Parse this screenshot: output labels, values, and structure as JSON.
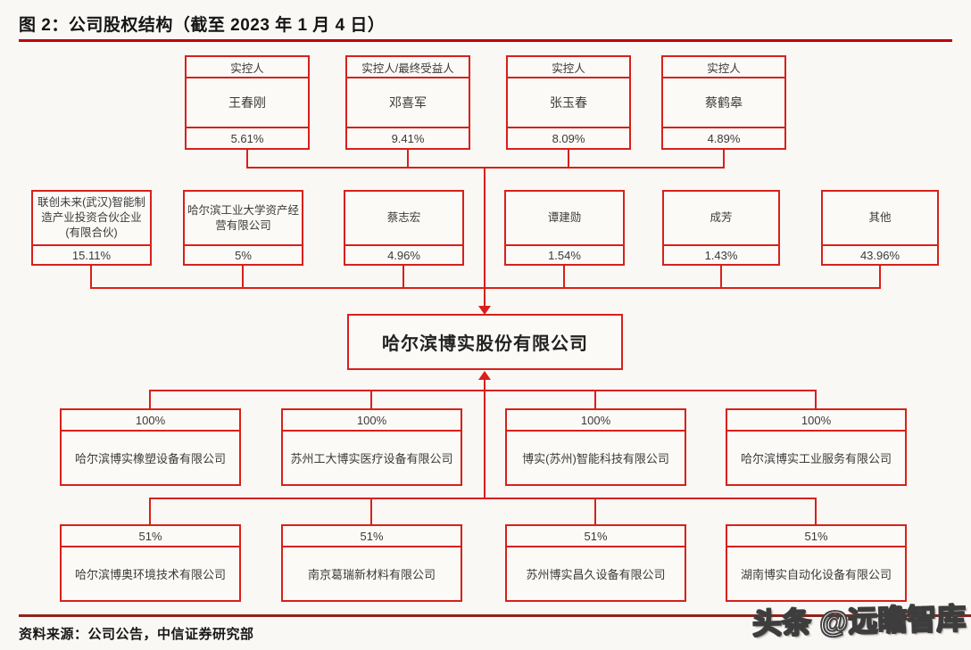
{
  "page": {
    "title": "图 2：公司股权结构（截至 2023 年 1 月 4 日）",
    "source": "资料来源：公司公告，中信证券研究部",
    "watermark": "头条 @远瞻智库"
  },
  "company": {
    "name": "哈尔滨博实股份有限公司"
  },
  "controllers": [
    {
      "role": "实控人",
      "name": "王春刚",
      "pct": "5.61%"
    },
    {
      "role": "实控人/最终受益人",
      "name": "邓喜军",
      "pct": "9.41%"
    },
    {
      "role": "实控人",
      "name": "张玉春",
      "pct": "8.09%"
    },
    {
      "role": "实控人",
      "name": "蔡鹤皋",
      "pct": "4.89%"
    }
  ],
  "shareholders": [
    {
      "name": "联创未来(武汉)智能制造产业投资合伙企业(有限合伙)",
      "pct": "15.11%"
    },
    {
      "name": "哈尔滨工业大学资产经营有限公司",
      "pct": "5%"
    },
    {
      "name": "蔡志宏",
      "pct": "4.96%"
    },
    {
      "name": "谭建勋",
      "pct": "1.54%"
    },
    {
      "name": "成芳",
      "pct": "1.43%"
    },
    {
      "name": "其他",
      "pct": "43.96%"
    }
  ],
  "subsidiaries_wholly": [
    {
      "pct": "100%",
      "name": "哈尔滨博实橡塑设备有限公司"
    },
    {
      "pct": "100%",
      "name": "苏州工大博实医疗设备有限公司"
    },
    {
      "pct": "100%",
      "name": "博实(苏州)智能科技有限公司"
    },
    {
      "pct": "100%",
      "name": "哈尔滨博实工业服务有限公司"
    }
  ],
  "subsidiaries_majority": [
    {
      "pct": "51%",
      "name": "哈尔滨博奥环境技术有限公司"
    },
    {
      "pct": "51%",
      "name": "南京葛瑞新材料有限公司"
    },
    {
      "pct": "51%",
      "name": "苏州博实昌久设备有限公司"
    },
    {
      "pct": "51%",
      "name": "湖南博实自动化设备有限公司"
    }
  ],
  "colors": {
    "box_border": "#d8201a",
    "title_rule": "#c00000",
    "footer_rule": "#8f231d",
    "background": "#f9f8f5"
  }
}
